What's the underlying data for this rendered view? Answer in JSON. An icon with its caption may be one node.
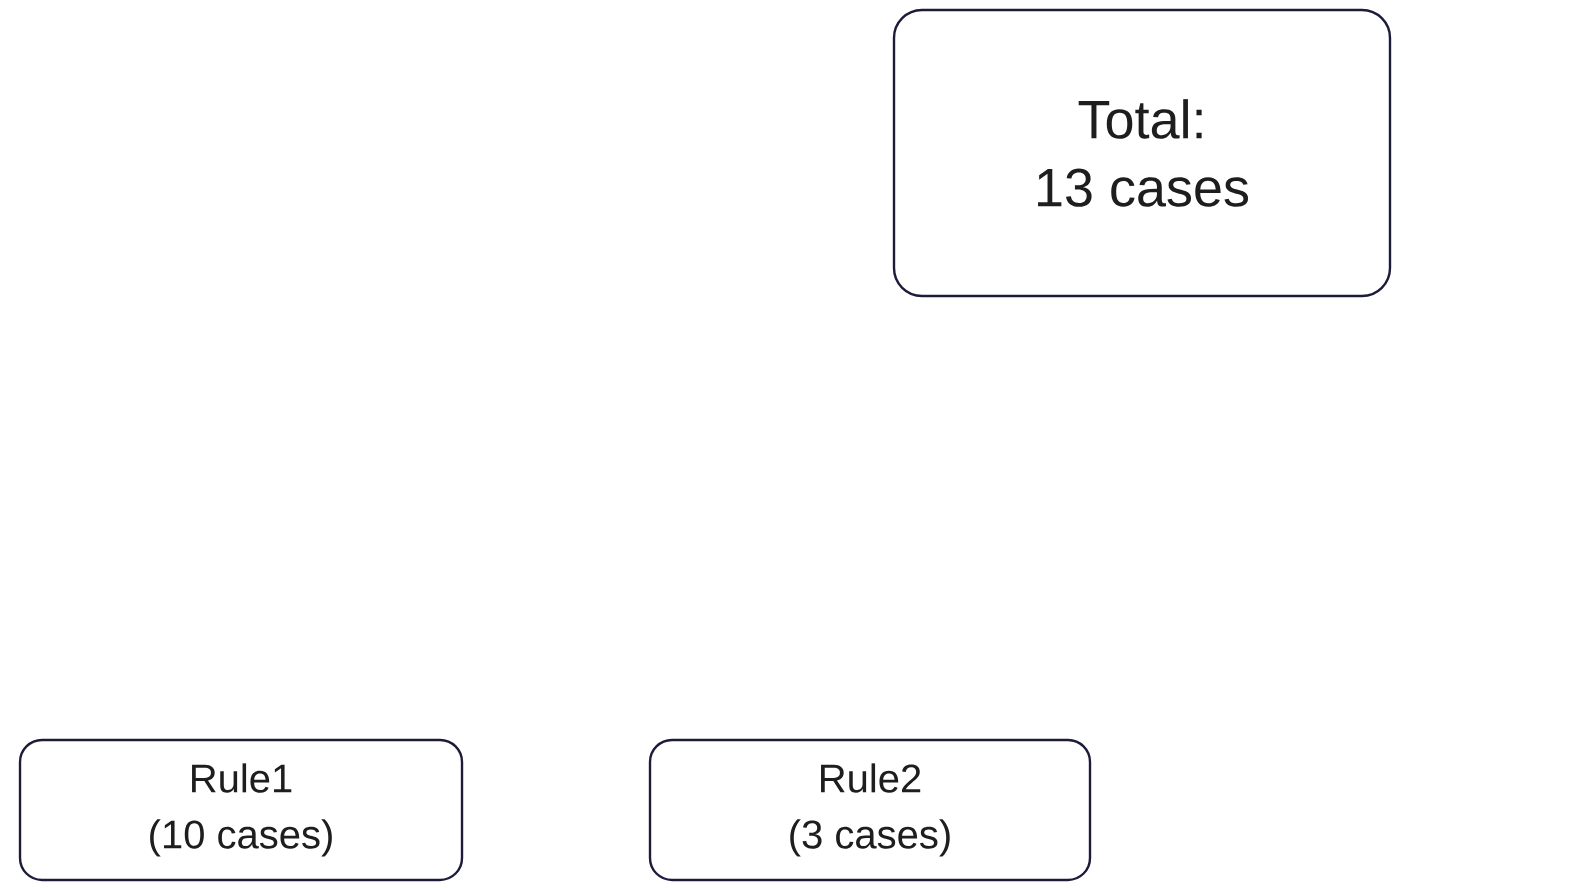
{
  "diagram": {
    "nodes": [
      {
        "text": [
          "Total: 13 cases"
        ]
      },
      {
        "text": [
          "Rule1 (10 cases)"
        ]
      },
      {
        "text": [
          "Rule2 (3 cases)"
        ]
      }
    ]
  }
}
